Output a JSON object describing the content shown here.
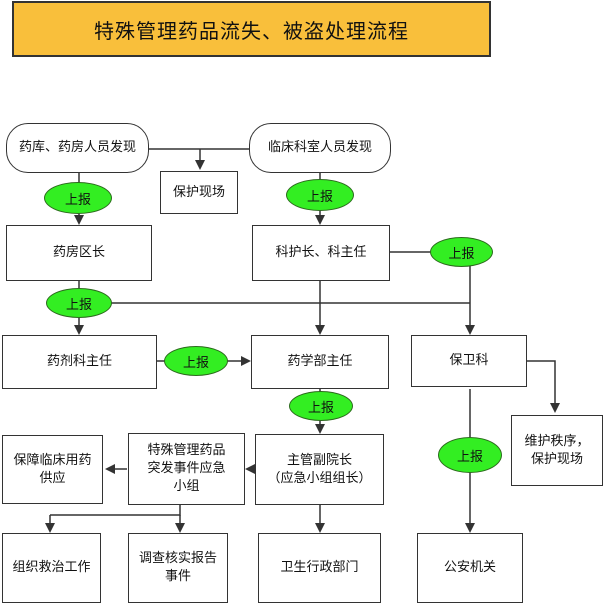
{
  "title": "特殊管理药品流失、被盗处理流程",
  "nodes": {
    "pharmacy_staff": "药库、药房人员发现",
    "clinical_staff": "临床科室人员发现",
    "protect_scene": "保护现场",
    "pharmacy_head": "药房区长",
    "dept_head": "科护长、科主任",
    "pharmacy_director": "药剂科主任",
    "pharmacy_dept_director": "药学部主任",
    "security": "保卫科",
    "ensure_supply": "保障临床用药\n供应",
    "emergency_group": "特殊管理药品\n突发事件应急\n小组",
    "vice_president": "主管副院长\n（应急小组组长）",
    "maintain_order": "维护秩序，\n保护现场",
    "rescue": "组织救治工作",
    "investigate": "调查核实报告\n事件",
    "health_admin": "卫生行政部门",
    "police": "公安机关"
  },
  "report_label": "上报"
}
